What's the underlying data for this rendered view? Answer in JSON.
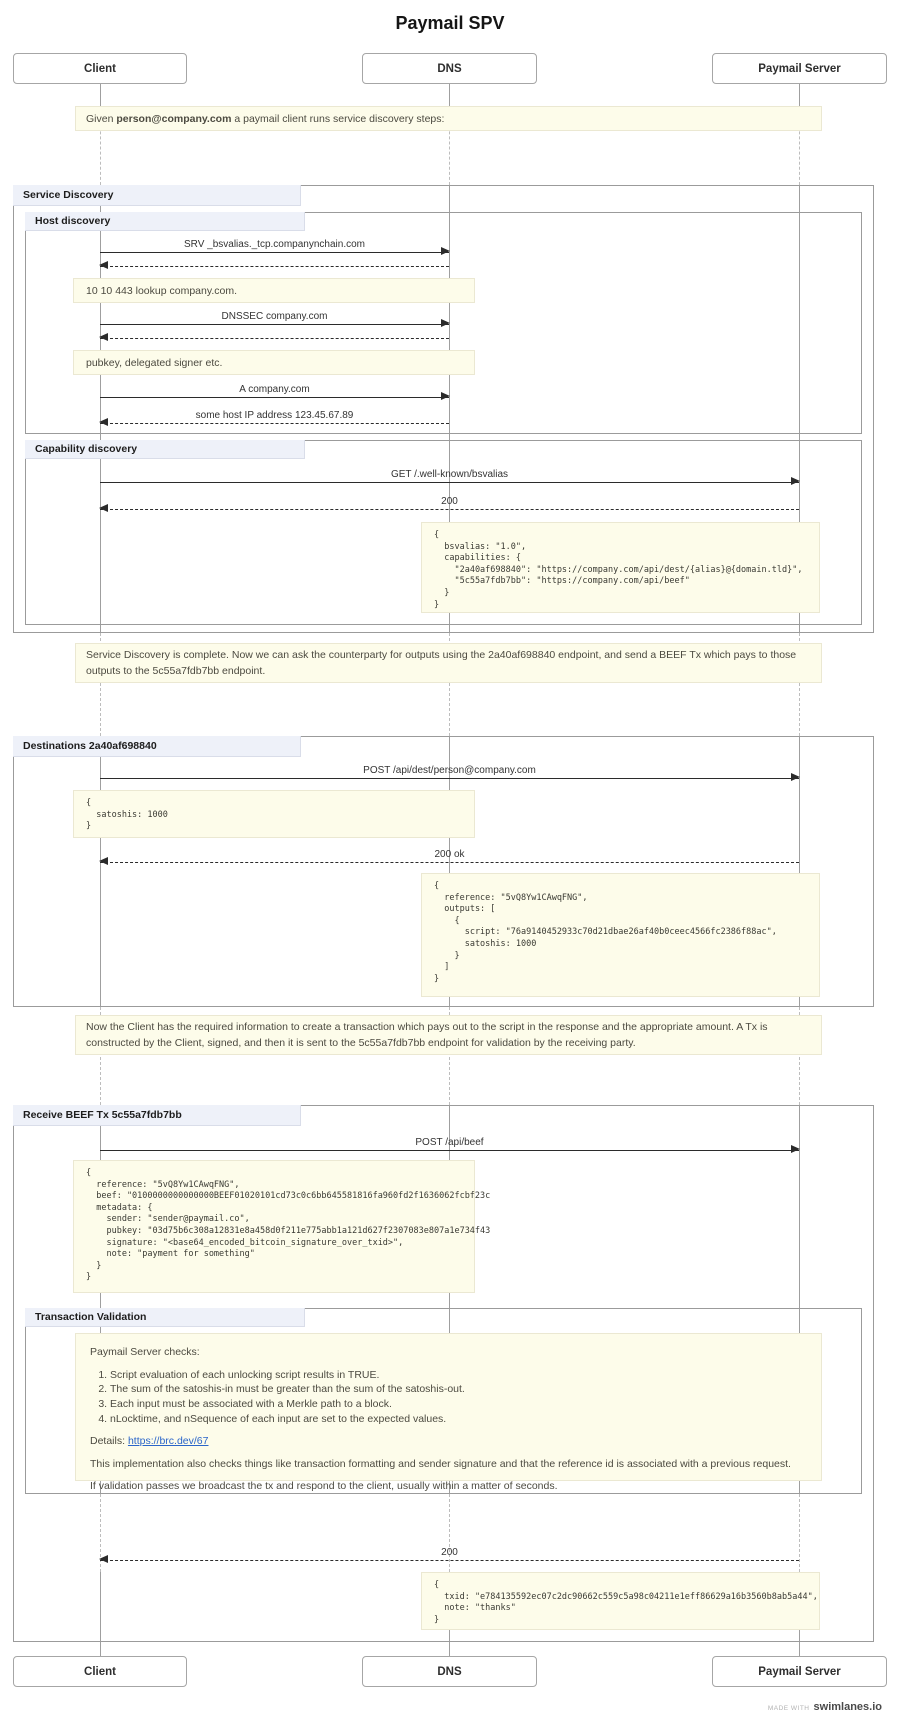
{
  "title": "Paymail SPV",
  "actors": {
    "client": "Client",
    "dns": "DNS",
    "server": "Paymail Server"
  },
  "sections": {
    "service_discovery": "Service Discovery",
    "host_discovery": "Host discovery",
    "capability_discovery": "Capability discovery",
    "destinations": "Destinations 2a40af698840",
    "receive_beef": "Receive BEEF Tx 5c55a7fdb7bb",
    "tx_validation": "Transaction Validation"
  },
  "notes": {
    "intro_prefix": "Given ",
    "intro_bold": "person@company.com",
    "intro_suffix": " a paymail client runs service discovery steps:",
    "lookup": "10 10 443 lookup company.com.",
    "pubkey": "pubkey, delegated signer etc.",
    "sd_complete": "Service Discovery is complete. Now we can ask the counterparty for outputs using the 2a40af698840 endpoint, and send a BEEF Tx which pays to those outputs to the 5c55a7fdb7bb endpoint.",
    "tx_construct": "Now the Client has the required information to create a transaction which pays out to the script in the response and the appropriate amount. A Tx is constructed by the Client, signed, and then it is sent to the 5c55a7fdb7bb endpoint for validation by the receiving party."
  },
  "messages": {
    "srv": "SRV _bsvalias._tcp.companynchain.com",
    "dnssec": "DNSSEC company.com",
    "a_record": "A company.com",
    "ip": "some host IP address 123.45.67.89",
    "get_bsvalias": "GET /.well-known/bsvalias",
    "resp_200": "200",
    "post_dest": "POST /api/dest/person@company.com",
    "resp_200ok": "200 ok",
    "post_beef": "POST /api/beef",
    "resp_200_final": "200"
  },
  "code": {
    "capabilities": "{\n  bsvalias: \"1.0\",\n  capabilities: {\n    \"2a40af698840\": \"https://company.com/api/dest/{alias}@{domain.tld}\",\n    \"5c55a7fdb7bb\": \"https://company.com/api/beef\"\n  }\n}",
    "satoshis_req": "{\n  satoshis: 1000\n}",
    "outputs_resp": "{\n  reference: \"5vQ8Yw1CAwqFNG\",\n  outputs: [\n    {\n      script: \"76a9140452933c70d21dbae26af40b0ceec4566fc2386f88ac\",\n      satoshis: 1000\n    }\n  ]\n}",
    "beef_req": "{\n  reference: \"5vQ8Yw1CAwqFNG\",\n  beef: \"0100000000000000BEEF01020101cd73c0c6bb645581816fa960fd2f1636062fcbf23c\n  metadata: {\n    sender: \"sender@paymail.co\",\n    pubkey: \"03d75b6c308a12831e8a458d0f211e775abb1a121d627f2307083e807a1e734f43\n    signature: \"<base64_encoded_bitcoin_signature_over_txid>\",\n    note: \"payment for something\"\n  }\n}",
    "txid_resp": "{\n  txid: \"e784135592ec07c2dc90662c559c5a98c04211e1eff86629a16b3560b8ab5a44\",\n  note: \"thanks\"\n}"
  },
  "validation": {
    "intro": "Paymail Server checks:",
    "checks": [
      "Script evaluation of each unlocking script results in TRUE.",
      "The sum of the satoshis-in must be greater than the sum of the satoshis-out.",
      "Each input must be associated with a Merkle path to a block.",
      "nLocktime, and nSequence of each input are set to the expected values."
    ],
    "details_label": "Details: ",
    "details_link": "https://brc.dev/67",
    "impl": "This implementation also checks things like transaction formatting and sender signature and that the reference id is associated with a previous request.",
    "pass": "If validation passes we broadcast the tx and respond to the client, usually within a matter of seconds."
  },
  "footer": {
    "made_with": "MADE WITH",
    "brand": "swimlanes.io"
  },
  "colors": {
    "note_bg": "#fdfcea",
    "note_border": "#ebe8d2",
    "section_header_bg": "#eef1f9",
    "link": "#2a65c9",
    "arrow": "#2b2b2b"
  }
}
